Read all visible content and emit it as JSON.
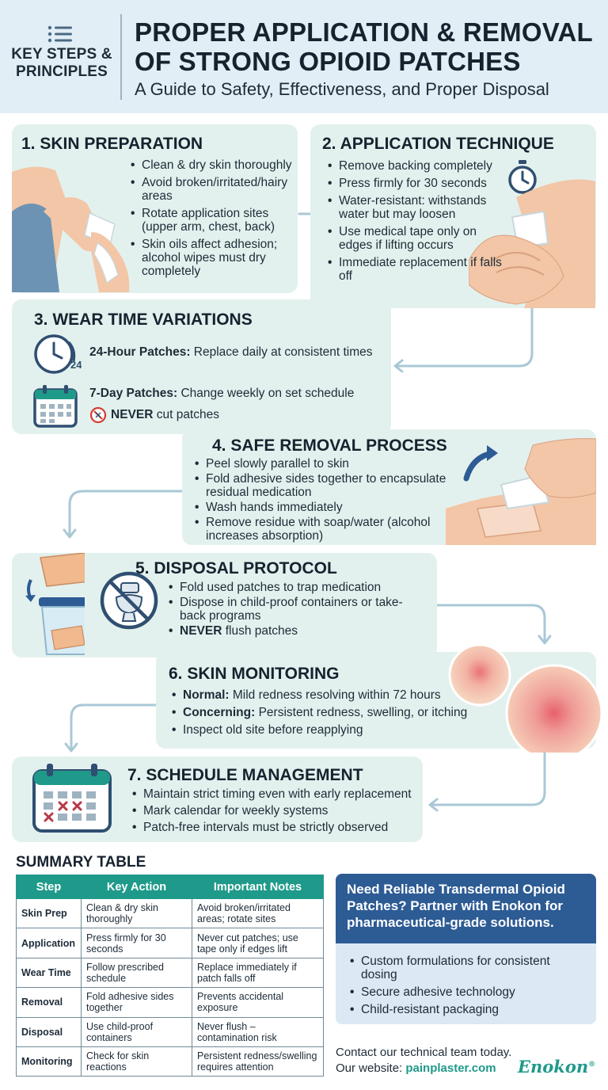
{
  "header": {
    "key_steps_line1": "KEY STEPS &",
    "key_steps_line2": "PRINCIPLES",
    "title_line1": "PROPER APPLICATION & REMOVAL",
    "title_line2": "OF STRONG OPIOID PATCHES",
    "subtitle": "A Guide to Safety, Effectiveness, and Proper Disposal"
  },
  "sections": {
    "s1": {
      "title": "1. SKIN PREPARATION",
      "bullets": [
        "Clean & dry skin thoroughly",
        "Avoid broken/irritated/hairy areas",
        "Rotate application sites (upper arm, chest, back)",
        "Skin oils affect adhesion; alcohol wipes must dry completely"
      ]
    },
    "s2": {
      "title": "2. APPLICATION TECHNIQUE",
      "bullets": [
        "Remove backing completely",
        "Press firmly for 30 seconds",
        "Water-resistant: withstands water but may loosen",
        "Use medical tape only on edges if lifting occurs",
        "Immediate replacement if falls off"
      ]
    },
    "s3": {
      "title": "3. WEAR TIME VARIATIONS",
      "clock_badge": "24",
      "line1_bold": "24-Hour Patches:",
      "line1_text": " Replace daily at consistent times",
      "line2_bold": "7-Day Patches:",
      "line2_text": " Change weekly on set schedule",
      "line3_bold": "NEVER",
      "line3_text": " cut patches"
    },
    "s4": {
      "title": "4. SAFE REMOVAL PROCESS",
      "bullets": [
        "Peel slowly parallel to skin",
        "Fold adhesive sides together to encapsulate residual medication",
        "Wash hands immediately",
        "Remove residue with soap/water (alcohol increases absorption)"
      ]
    },
    "s5": {
      "title": "5. DISPOSAL PROTOCOL",
      "bullet1": "Fold used patches to trap medication",
      "bullet2": "Dispose in child-proof containers or take-back programs",
      "bullet3_bold": "NEVER",
      "bullet3_text": " flush patches"
    },
    "s6": {
      "title": "6. SKIN MONITORING",
      "b1_bold": "Normal:",
      "b1_text": " Mild redness resolving within 72 hours",
      "b2_bold": "Concerning:",
      "b2_text": " Persistent redness, swelling, or itching",
      "b3": "Inspect old site before reapplying"
    },
    "s7": {
      "title": "7. SCHEDULE MANAGEMENT",
      "bullets": [
        "Maintain strict timing even with early replacement",
        "Mark calendar for weekly systems",
        "Patch-free intervals must be strictly observed"
      ]
    }
  },
  "summary": {
    "title": "SUMMARY TABLE",
    "headers": [
      "Step",
      "Key Action",
      "Important Notes"
    ],
    "rows": [
      [
        "Skin Prep",
        "Clean & dry skin thoroughly",
        "Avoid broken/irritated areas; rotate sites"
      ],
      [
        "Application",
        "Press firmly for 30 seconds",
        "Never cut patches; use tape only if edges lift"
      ],
      [
        "Wear Time",
        "Follow prescribed schedule",
        "Replace immediately if patch falls off"
      ],
      [
        "Removal",
        "Fold adhesive sides together",
        "Prevents accidental exposure"
      ],
      [
        "Disposal",
        "Use child-proof containers",
        "Never flush – contamination risk"
      ],
      [
        "Monitoring",
        "Check for skin reactions",
        "Persistent redness/swelling requires attention"
      ]
    ]
  },
  "promo": {
    "heading": "Need Reliable Transdermal Opioid Patches? Partner with Enokon for pharmaceutical-grade solutions.",
    "bullets": [
      "Custom formulations for consistent dosing",
      "Secure adhesive technology",
      "Child-resistant packaging"
    ],
    "contact": "Contact our technical team today.",
    "website_label": "Our website: ",
    "website": "painplaster.com",
    "logo": "Enokon",
    "logo_mark": "®"
  },
  "colors": {
    "header_bg": "#e2eef5",
    "card_bg": "#e3f1ee",
    "teal_accent": "#1f9a8a",
    "navy_banner": "#2d5b94",
    "arrow_color": "#a9c8d6",
    "icon_navy": "#2f4f71"
  }
}
